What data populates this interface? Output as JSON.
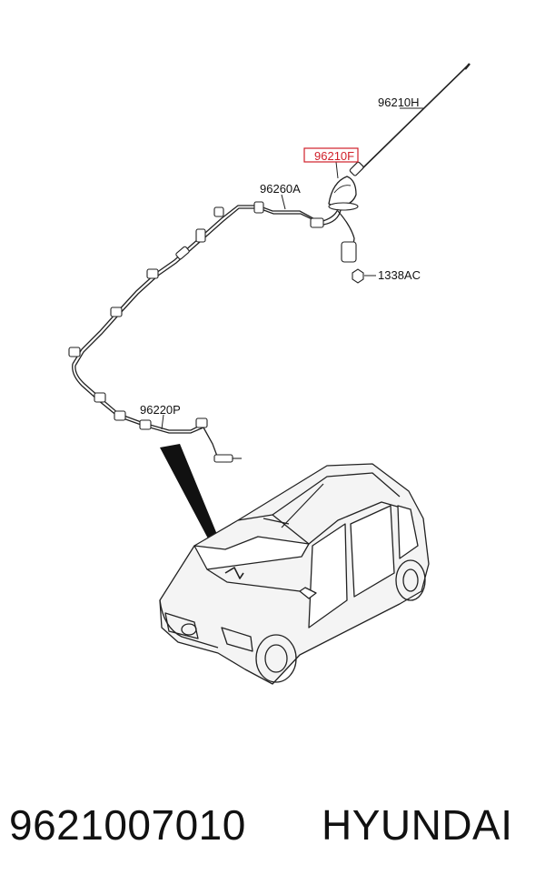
{
  "callouts": {
    "antenna_rod": "96210H",
    "antenna_base": "96210F",
    "cable": "96260A",
    "nut": "1338AC",
    "feeder": "96220P"
  },
  "footer": {
    "part_number": "9621007010",
    "brand": "HYUNDAI"
  },
  "colors": {
    "highlight": "#d0202a",
    "line": "#222222"
  }
}
